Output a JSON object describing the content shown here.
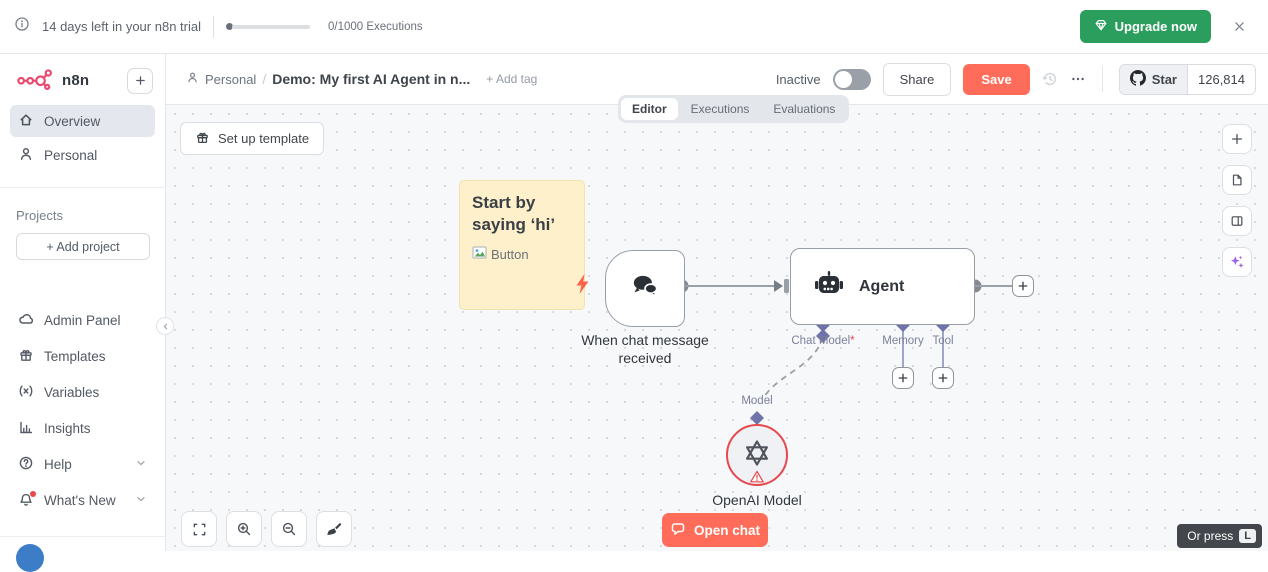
{
  "colors": {
    "accent_orange": "#ff6d5a",
    "upgrade_green": "#2b9e5e",
    "brand_pink": "#ea4b71",
    "sticky_yellow": "#fdf0cb",
    "port_purple": "#6f73aa",
    "error_red": "#e5484d",
    "sparkle_purple": "#9b5fe3"
  },
  "trial_banner": {
    "message": "14 days left in your n8n trial",
    "executions": "0/1000 Executions",
    "upgrade_label": "Upgrade now"
  },
  "sidebar": {
    "brand": "n8n",
    "items_top": [
      {
        "label": "Overview",
        "icon": "home-icon",
        "active": true
      },
      {
        "label": "Personal",
        "icon": "user-icon",
        "active": false
      }
    ],
    "projects_heading": "Projects",
    "add_project_label": "+ Add project",
    "items_bottom": [
      {
        "label": "Admin Panel",
        "icon": "cloud-icon"
      },
      {
        "label": "Templates",
        "icon": "gift-icon"
      },
      {
        "label": "Variables",
        "icon": "variables-icon"
      },
      {
        "label": "Insights",
        "icon": "chart-icon"
      },
      {
        "label": "Help",
        "icon": "help-icon",
        "expandable": true
      },
      {
        "label": "What's New",
        "icon": "bell-icon",
        "expandable": true,
        "unread_badge": true
      }
    ]
  },
  "header": {
    "breadcrumb_project": "Personal",
    "breadcrumb_title": "Demo: My first AI Agent in n...",
    "add_tag_label": "+ Add tag",
    "status_label": "Inactive",
    "share_label": "Share",
    "save_label": "Save",
    "star_label": "Star",
    "star_count": "126,814"
  },
  "tabs": [
    {
      "label": "Editor",
      "active": true
    },
    {
      "label": "Executions",
      "active": false
    },
    {
      "label": "Evaluations",
      "active": false
    }
  ],
  "canvas": {
    "setup_template_label": "Set up template",
    "sticky_note": {
      "title": "Start by saying ‘hi’",
      "image_alt": "Button"
    },
    "trigger": {
      "name": "When chat message received",
      "icon": "chat-bubbles-icon"
    },
    "agent": {
      "name": "Agent",
      "icon": "robot-icon",
      "ports": {
        "chat_model": "Chat Model",
        "required_marker": "*",
        "memory": "Memory",
        "tool": "Tool"
      }
    },
    "model_connection_label": "Model",
    "openai": {
      "name": "OpenAI Model",
      "icon": "openai-logo-icon",
      "status": "error"
    },
    "open_chat_label": "Open chat",
    "hint": {
      "text": "Or press",
      "key": "L"
    }
  }
}
